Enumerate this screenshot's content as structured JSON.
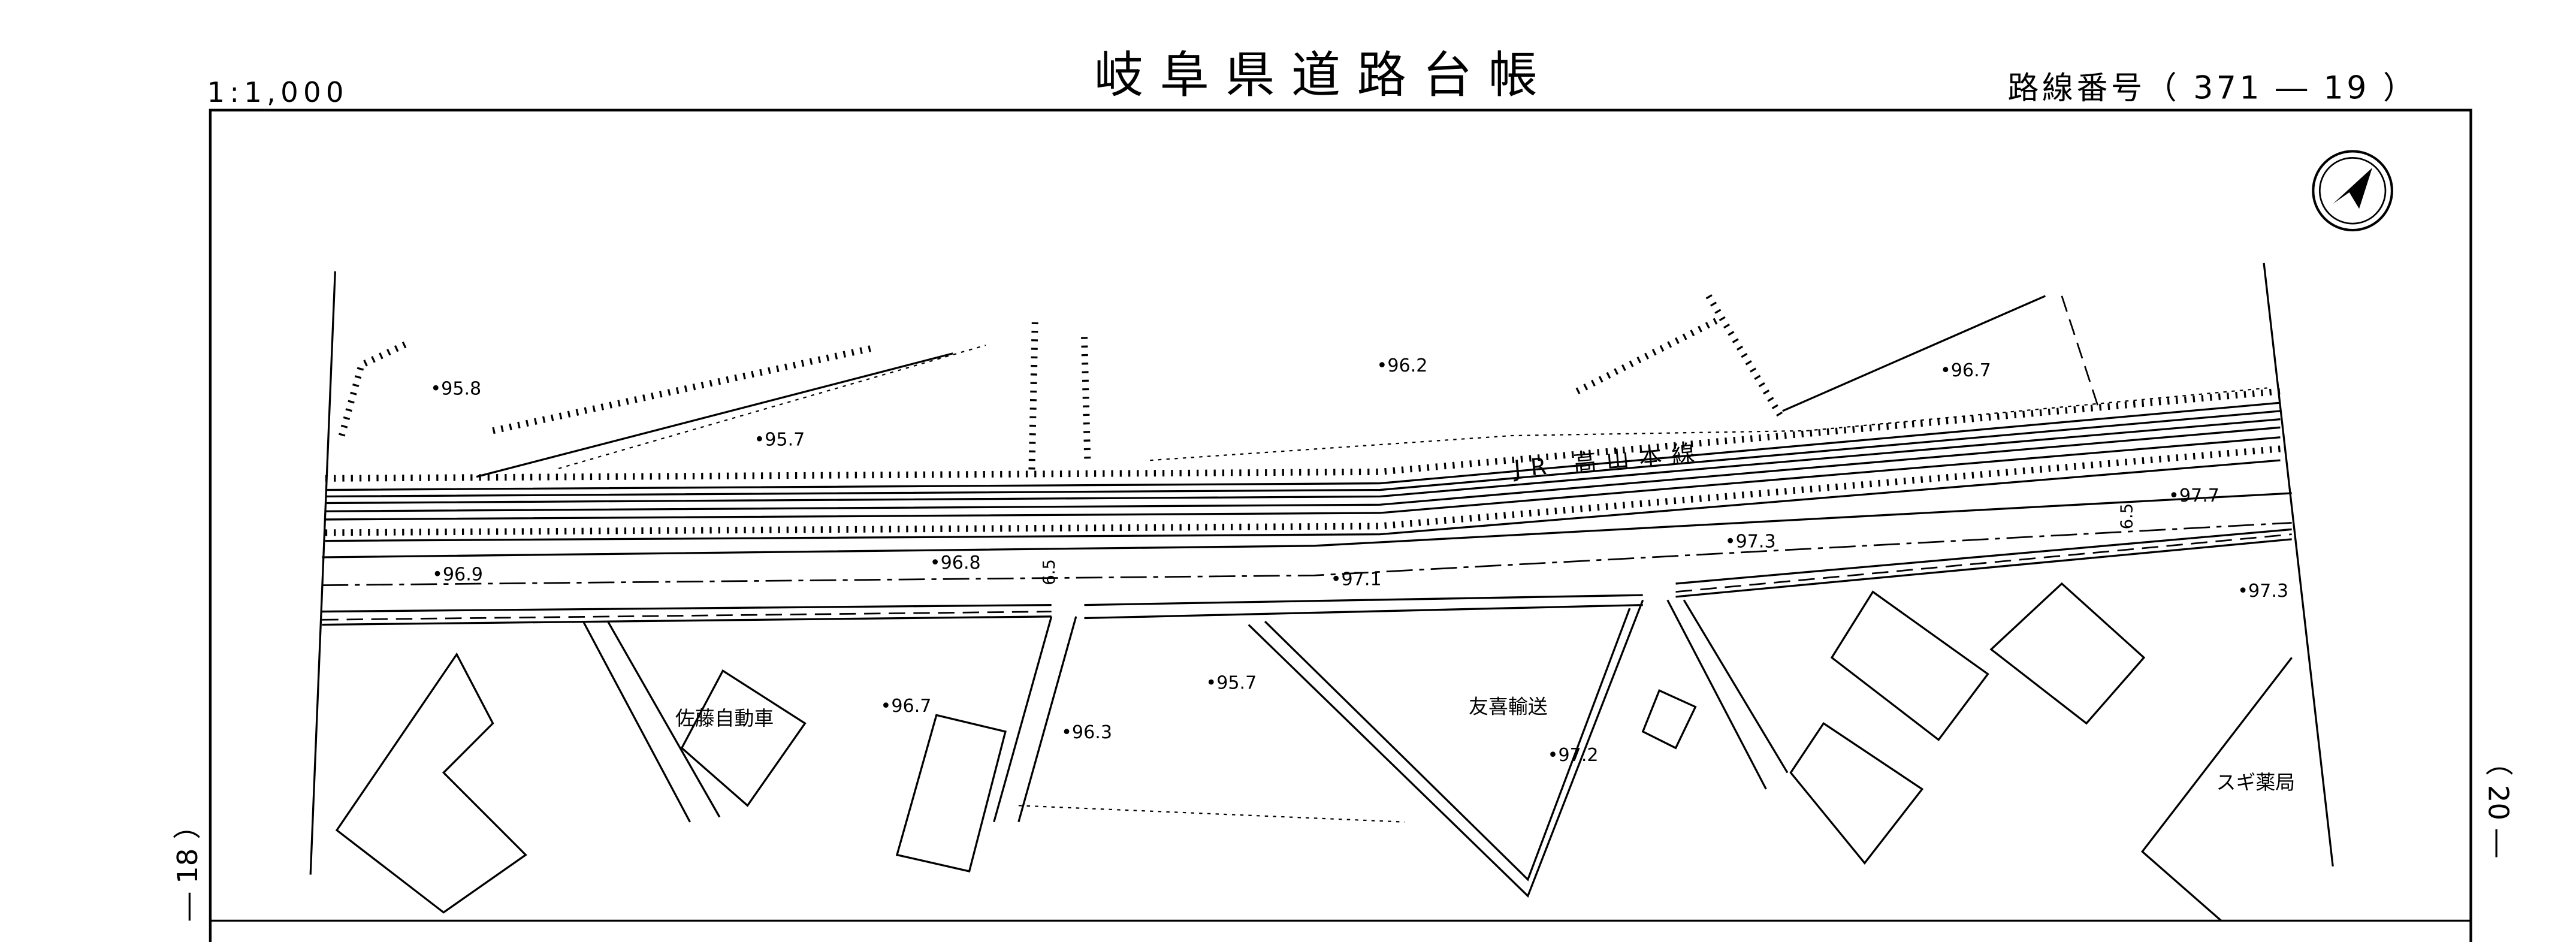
{
  "header": {
    "title": "岐阜県道路台帳",
    "scale": "1:1,000",
    "route_number": "路線番号（ 371 ― 19 ）"
  },
  "sheet_links": {
    "previous": "― 18 ）",
    "next": "（ 20 ―"
  },
  "map": {
    "railway_label": "JR 高山本線",
    "places": [
      "佐藤自動車",
      "友喜輸送",
      "スギ薬局"
    ],
    "elevations": [
      "95.8",
      "95.7",
      "96.2",
      "96.7",
      "97.7",
      "97.3",
      "96.9",
      "96.8",
      "97.1",
      "96.7",
      "95.7",
      "96.3",
      "97.2",
      "97.3"
    ],
    "widths": [
      "6.5",
      "6.5"
    ],
    "north_arrow": "north-arrow-icon"
  }
}
